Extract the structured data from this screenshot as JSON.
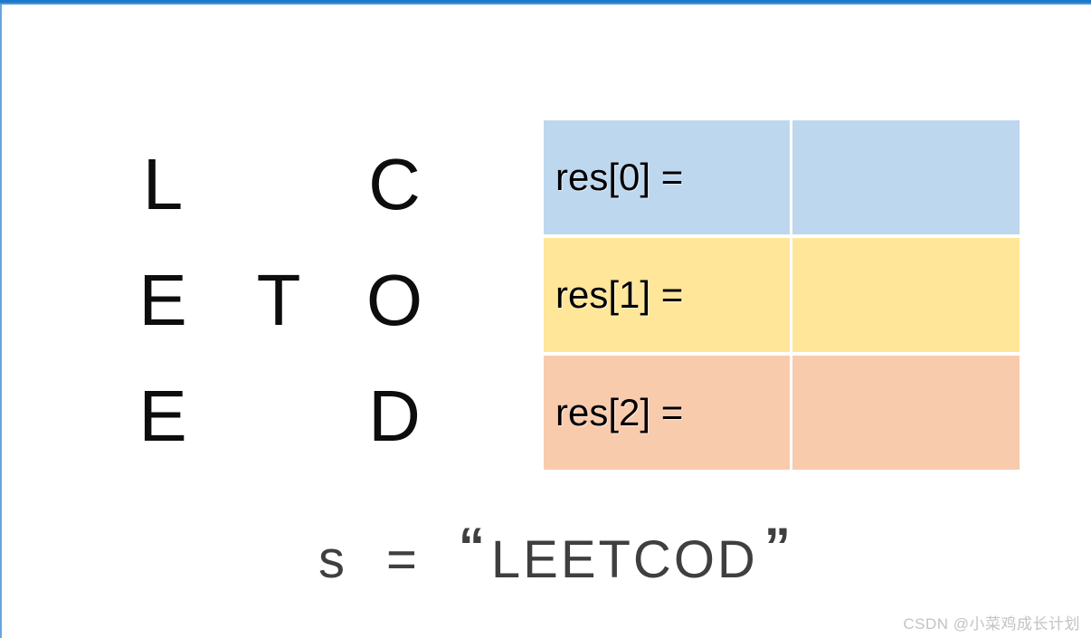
{
  "colors": {
    "top_border": "#1e78c8",
    "top_border_highlight": "#4696d8",
    "left_border": "#6aa5da",
    "row_blue": "#BDD7EE",
    "row_yellow": "#FFE699",
    "row_orange": "#F8CBAD",
    "letter_color": "#0d0d0d",
    "expression_color": "#3f3f3f",
    "watermark_color": "#c3c3c3"
  },
  "zigzag": {
    "rows": [
      [
        "L",
        "",
        "C"
      ],
      [
        "E",
        "T",
        "O"
      ],
      [
        "E",
        "",
        "D"
      ]
    ]
  },
  "table": {
    "rows": [
      {
        "label": "res[0] =",
        "value": "",
        "color": "#BDD7EE"
      },
      {
        "label": "res[1] =",
        "value": "",
        "color": "#FFE699"
      },
      {
        "label": "res[2] =",
        "value": "",
        "color": "#F8CBAD"
      }
    ]
  },
  "expression": {
    "variable": "s",
    "operator": "=",
    "open_quote": "“",
    "string": "LEETCOD",
    "close_quote": "”"
  },
  "watermark": "CSDN @小菜鸡成长计划"
}
